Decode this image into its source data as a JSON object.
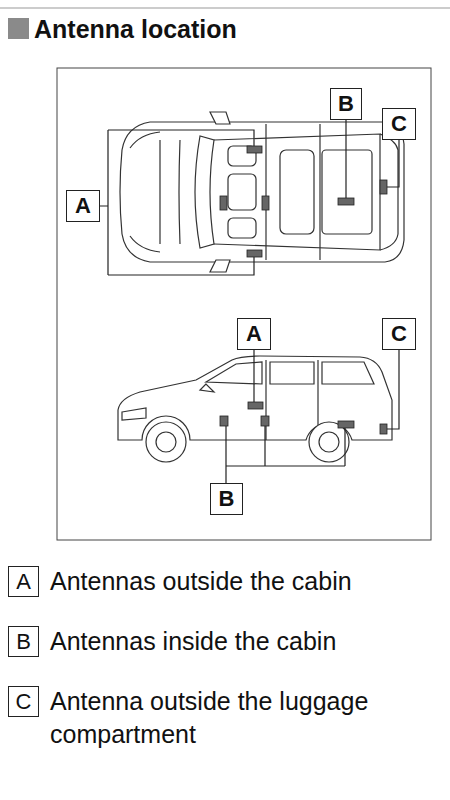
{
  "diagram": {
    "title": "Antenna location",
    "nodes": [
      {
        "text": [
          "B"
        ]
      },
      {
        "text": [
          "C"
        ]
      },
      {
        "text": [
          "A"
        ]
      },
      {
        "text": [
          "A"
        ]
      },
      {
        "text": [
          "C"
        ]
      },
      {
        "text": [
          "B"
        ]
      },
      {
        "text": [
          "A"
        ]
      },
      {
        "text": [
          "B"
        ]
      },
      {
        "text": [
          "C"
        ]
      }
    ],
    "labels": [
      "Antennas outside the cabin",
      "Antennas inside the cabin",
      "Antenna outside the luggage compartment"
    ]
  }
}
